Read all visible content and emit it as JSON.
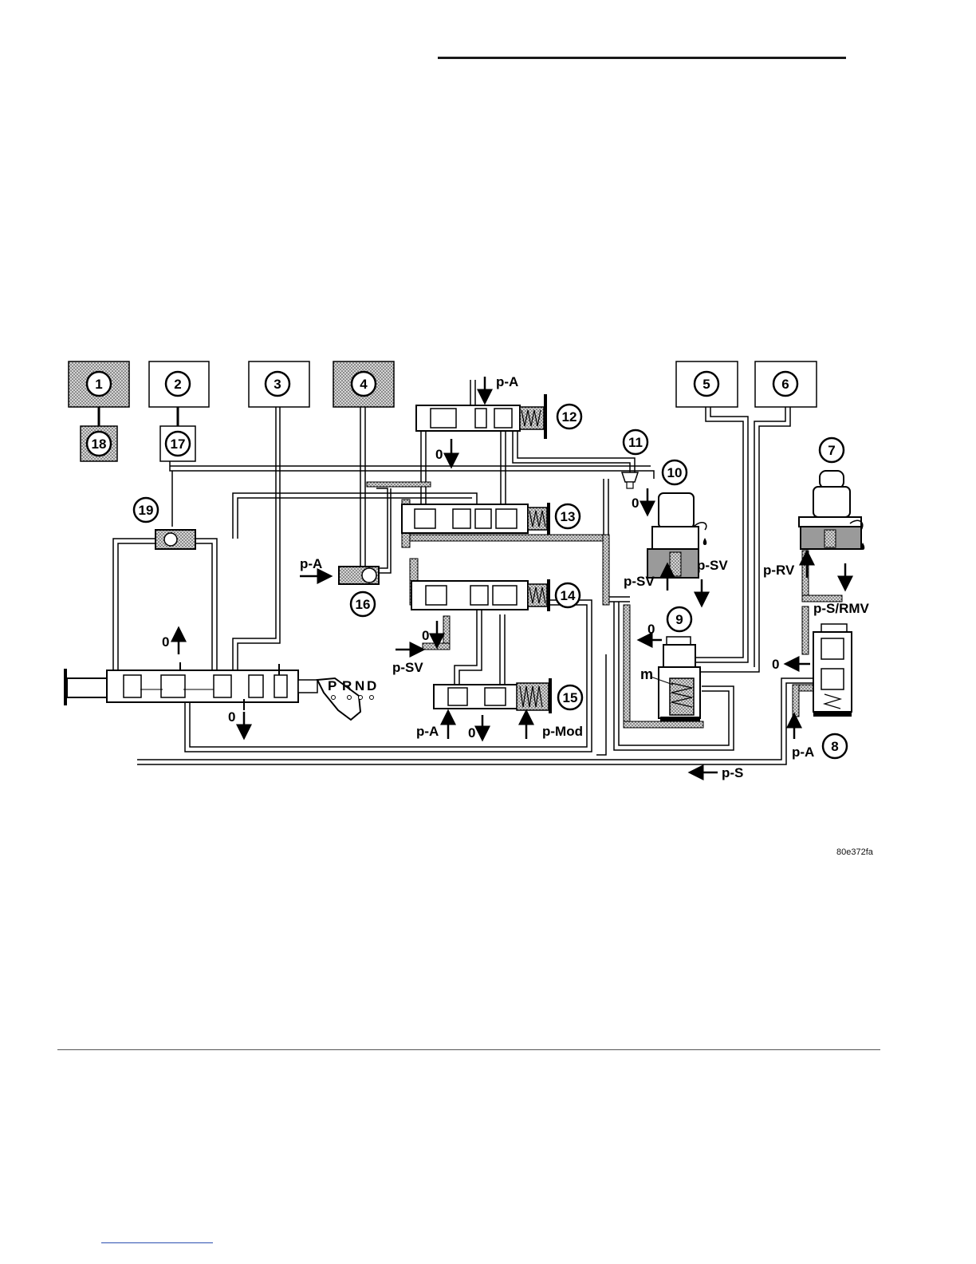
{
  "figure_code": "80e372fa",
  "components": {
    "c1": "1",
    "c2": "2",
    "c3": "3",
    "c4": "4",
    "c5": "5",
    "c6": "6",
    "c7": "7",
    "c8": "8",
    "c9": "9",
    "c10": "10",
    "c11": "11",
    "c12": "12",
    "c13": "13",
    "c14": "14",
    "c15": "15",
    "c16": "16",
    "c17": "17",
    "c18": "18",
    "c19": "19"
  },
  "pressure_labels": {
    "pA": "p-A",
    "pSV": "p-SV",
    "pRV": "p-RV",
    "pSRMV": "p-S/RMV",
    "pMod": "p-Mod",
    "pS": "p-S",
    "zero": "0",
    "m": "m"
  },
  "selector_positions": {
    "P": "P",
    "R": "R",
    "N": "N",
    "D": "D"
  },
  "colors": {
    "line": "#000000",
    "fill_shaded": "#b8b8b8",
    "link_rule": "#2b4fb0"
  }
}
